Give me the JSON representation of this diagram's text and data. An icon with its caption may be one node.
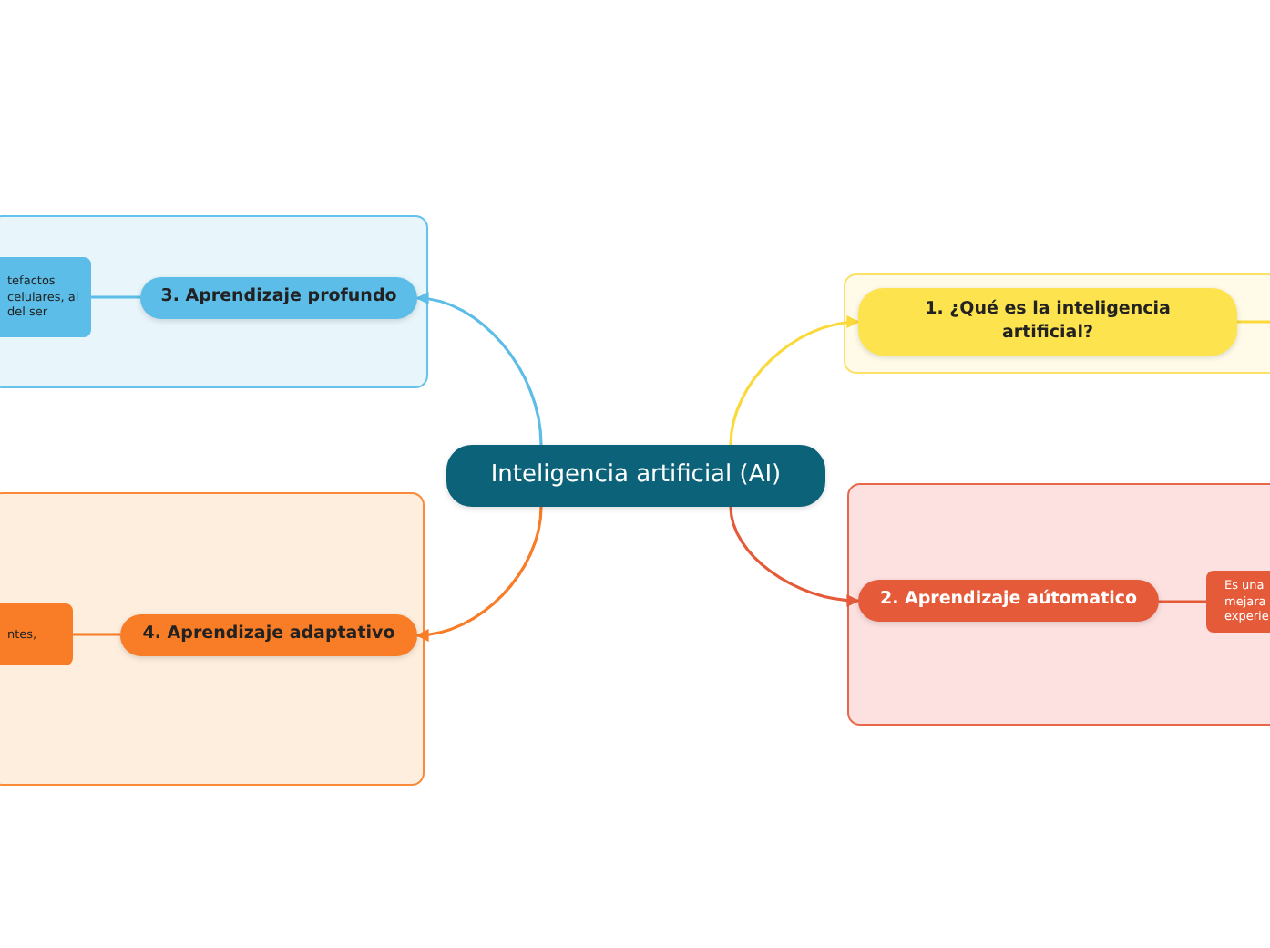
{
  "diagram": {
    "nodes": [
      {
        "text": [
          "Inteligencia artificial (AI)"
        ]
      },
      {
        "text": [],
        "shape": "box"
      },
      {
        "text": [
          "1. ¿Qué es la inteligencia artificial?"
        ],
        "in": 1
      },
      {
        "text": [],
        "shape": "box"
      },
      {
        "text": [
          "2. Aprendizaje aútomatico"
        ],
        "in": 3
      },
      {
        "text": [
          "Es una mejara experie"
        ],
        "in": 3
      },
      {
        "text": [],
        "shape": "box"
      },
      {
        "text": [
          "3. Aprendizaje profundo"
        ],
        "in": 6
      },
      {
        "text": [
          "tefactos celulares, al del ser"
        ],
        "in": 6
      },
      {
        "text": [],
        "shape": "box"
      },
      {
        "text": [
          "4. Aprendizaje adaptativo"
        ],
        "in": 9
      },
      {
        "text": [
          "ntes,"
        ],
        "in": 9
      }
    ],
    "edges": [
      {
        "from": 0,
        "to": 2,
        "arrow": "to",
        "color": "#fbd93a"
      },
      {
        "from": 2,
        "to": null,
        "arrow": "none",
        "color": "#fbd93a"
      },
      {
        "from": 0,
        "to": 4,
        "arrow": "to",
        "color": "#e55b3a"
      },
      {
        "from": 4,
        "to": 5,
        "arrow": "none",
        "color": "#e55b3a"
      },
      {
        "from": 0,
        "to": 7,
        "arrow": "to",
        "color": "#5bbde8"
      },
      {
        "from": 7,
        "to": 8,
        "arrow": "none",
        "color": "#5bbde8"
      },
      {
        "from": 0,
        "to": 10,
        "arrow": "to",
        "color": "#f97c26"
      },
      {
        "from": 10,
        "to": 11,
        "arrow": "none",
        "color": "#f97c26"
      }
    ]
  }
}
